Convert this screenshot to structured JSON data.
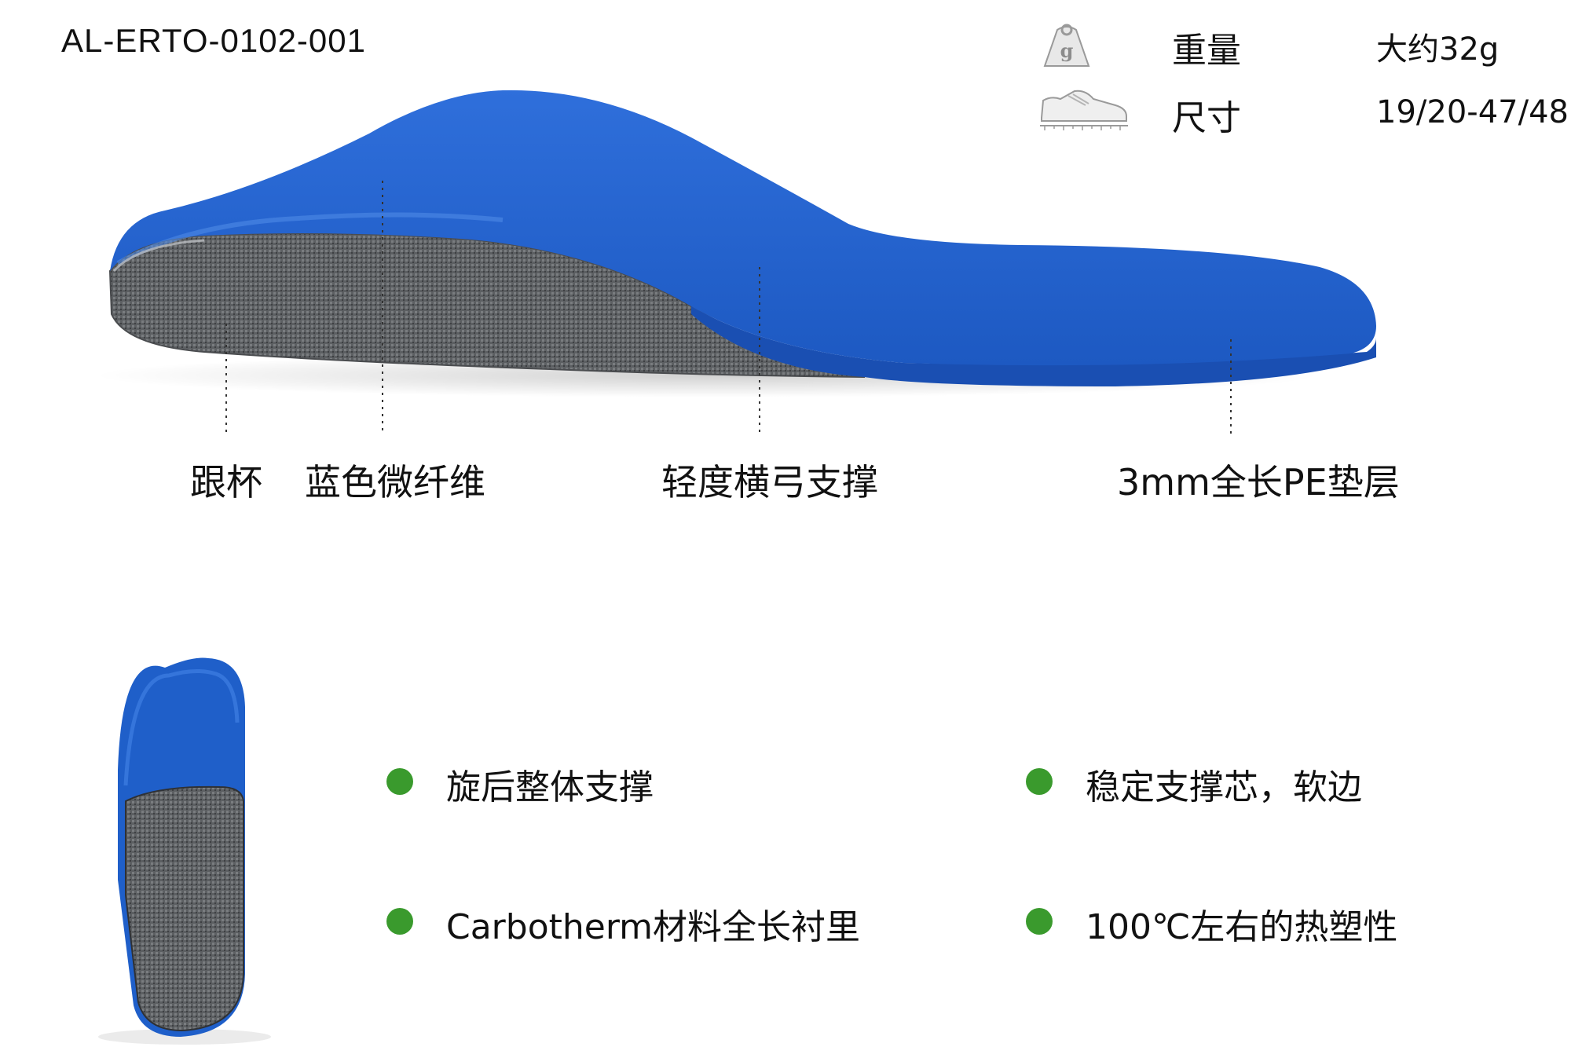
{
  "product": {
    "model_code": "AL-ERTO-0102-001"
  },
  "specs": [
    {
      "icon": "weight-icon",
      "label": "重量",
      "value": "大约32g"
    },
    {
      "icon": "shoe-size-icon",
      "label": "尺寸",
      "value": "19/20-47/48"
    }
  ],
  "weight_icon_glyph": "g",
  "callouts": [
    "跟杯",
    "蓝色微纤维",
    "轻度横弓支撑",
    "3mm全长PE垫层"
  ],
  "features": [
    "旋后整体支撑",
    "稳定支撑芯，软边",
    "Carbotherm材料全长衬里",
    "100℃左右的热塑性"
  ],
  "colors": {
    "insole_blue": "#1f5fc9",
    "insole_blue_dark": "#1646a6",
    "felt_grey": "#5a5d60",
    "bullet_green": "#3a9a2d"
  }
}
